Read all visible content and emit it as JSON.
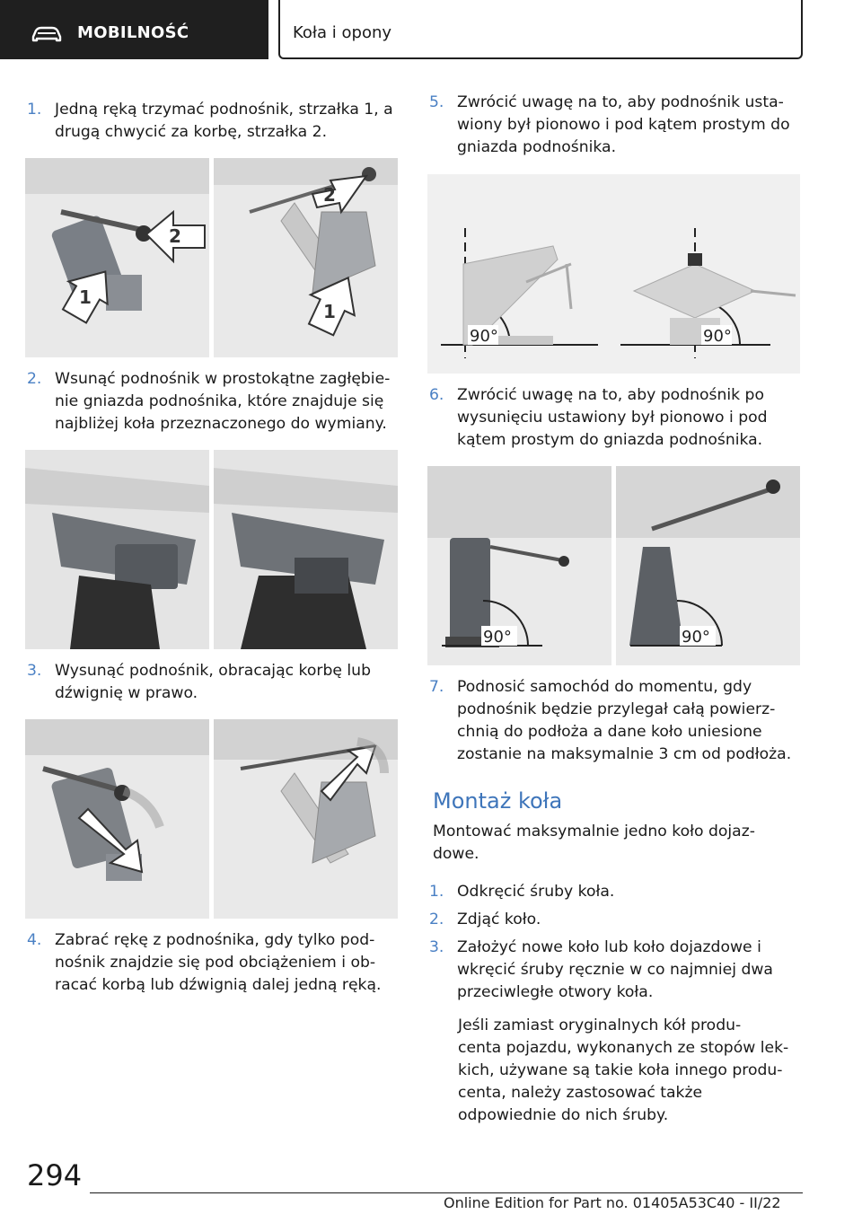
{
  "header": {
    "section": "MOBILNOŚĆ",
    "title": "Koła i opony",
    "icon": "car-icon"
  },
  "left_steps": [
    {
      "num": "1.",
      "lines": [
        "Jedną ręką trzymać podnośnik, strzałka 1, a",
        "drugą chwycić za korbę, strzałka 2."
      ]
    },
    {
      "num": "2.",
      "lines": [
        "Wsunąć podnośnik w prostokątne zagłębie‐",
        "nie gniazda podnośnika, które znajduje się",
        "najbliżej koła przeznaczonego do wymiany."
      ]
    },
    {
      "num": "3.",
      "lines": [
        "Wysunąć podnośnik, obracając korbę lub",
        "dźwignię w prawo."
      ]
    },
    {
      "num": "4.",
      "lines": [
        "Zabrać rękę z podnośnika, gdy tylko pod‐",
        "nośnik znajdzie się pod obciążeniem i ob‐",
        "racać korbą lub dźwignią dalej jedną ręką."
      ]
    }
  ],
  "right_steps": [
    {
      "num": "5.",
      "lines": [
        "Zwrócić uwagę na to, aby podnośnik usta‐",
        "wiony był pionowo i pod kątem prostym do",
        "gniazda podnośnika."
      ]
    },
    {
      "num": "6.",
      "lines": [
        "Zwrócić uwagę na to, aby podnośnik po",
        "wysunięciu ustawiony był pionowo i pod",
        "kątem prostym do gniazda podnośnika."
      ]
    },
    {
      "num": "7.",
      "lines": [
        "Podnosić samochód do momentu, gdy",
        "podnośnik będzie przylegał całą powierz‐",
        "chnią do podłoża a dane koło uniesione",
        "zostanie na maksymalnie 3 cm od podłoża."
      ]
    }
  ],
  "figure_labels": {
    "arrow1": "1",
    "arrow2": "2",
    "angle": "90°"
  },
  "mount": {
    "heading": "Montaż koła",
    "intro": [
      "Montować maksymalnie jedno koło dojaz‐",
      "dowe."
    ],
    "steps": [
      {
        "num": "1.",
        "lines": [
          "Odkręcić śruby koła."
        ]
      },
      {
        "num": "2.",
        "lines": [
          "Zdjąć koło."
        ]
      },
      {
        "num": "3.",
        "lines": [
          "Założyć nowe koło lub koło dojazdowe i",
          "wkręcić śruby ręcznie w co najmniej dwa",
          "przeciwległe otwory koła."
        ]
      }
    ],
    "note": [
      "Jeśli zamiast oryginalnych kół produ‐",
      "centa pojazdu, wykonanych ze stopów lek‐",
      "kich, używane są takie koła innego produ‐",
      "centa, należy zastosować także",
      "odpowiednie do nich śruby."
    ]
  },
  "footer": {
    "page": "294",
    "edition": "Online Edition for Part no. 01405A53C40 - II/22"
  },
  "colors": {
    "accent": "#4a80c4",
    "header_bg": "#1f1f1f"
  }
}
